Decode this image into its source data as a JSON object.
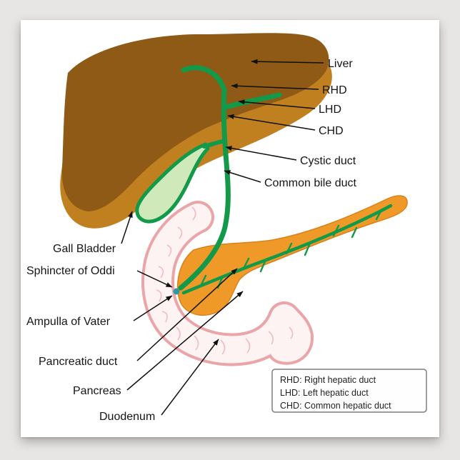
{
  "poster": {
    "labels": {
      "liver": "Liver",
      "rhd": "RHD",
      "lhd": "LHD",
      "chd": "CHD",
      "cystic_duct": "Cystic duct",
      "common_bile_duct": "Common bile duct",
      "gall_bladder": "Gall Bladder",
      "sphincter_of_oddi": "Sphincter of Oddi",
      "ampulla_of_vater": "Ampulla of Vater",
      "pancreatic_duct": "Pancreatic duct",
      "pancreas": "Pancreas",
      "duodenum": "Duodenum"
    },
    "legend": {
      "lines": [
        "RHD: Right hepatic duct",
        "LHD: Left hepatic duct",
        "CHD: Common hepatic duct"
      ]
    },
    "colors": {
      "liver_dark": "#8e5a15",
      "liver_light": "#c0801f",
      "duct_green": "#12994a",
      "gallbladder_fill": "#cfe9bb",
      "pancreas_orange": "#ef9a28",
      "duodenum_outline": "#eaa5a8",
      "duodenum_interior": "#fdf3f2",
      "background": "#e8e6e4",
      "poster": "#ffffff"
    }
  }
}
